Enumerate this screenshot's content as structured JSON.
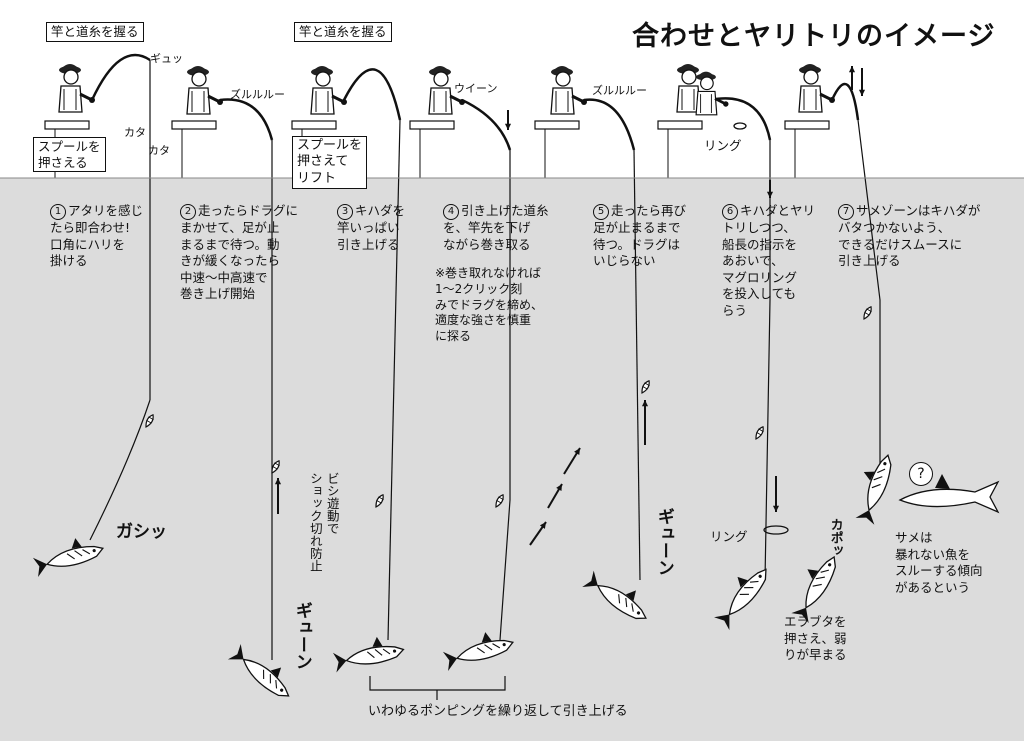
{
  "title": "合わせとヤリトリのイメージ",
  "labels": {
    "grip_1": "竿と道糸を握る",
    "grip_3": "竿と道糸を握る",
    "spool_1": "スプールを\n押さえる",
    "spool_3": "スプールを\n押さえて\nリフト",
    "ring_top": "リング",
    "ring_bottom": "リング"
  },
  "sounds": {
    "gyutsu": "ギュッ",
    "kata1": "カタ",
    "kata2": "カタ",
    "zururu1": "ズルルルー",
    "wiin": "ウイーン",
    "zururu2": "ズルルルー",
    "gashi": "ガシッ",
    "gyuun1": "ギューン",
    "gyuun2": "ギューン",
    "kapo": "カポッ",
    "hishi": "ビシ遊動で\nショック切れ防止"
  },
  "steps": [
    {
      "num": "1",
      "text": "アタリを感じ\nたら即合わせ!\n口角にハリを\n掛ける"
    },
    {
      "num": "2",
      "text": "走ったらドラグに\nまかせて、足が止\nまるまで待つ。動\nきが緩くなったら\n中速〜中高速で\n巻き上げ開始"
    },
    {
      "num": "3",
      "text": "キハダを\n竿いっぱい\n引き上げる"
    },
    {
      "num": "4",
      "text": "引き上げた道糸\nを、竿先を下げ\nながら巻き取る"
    },
    {
      "num": "5",
      "text": "走ったら再び\n足が止まるまで\n待つ。ドラグは\nいじらない"
    },
    {
      "num": "6",
      "text": "キハダとヤリ\nトリしつつ、\n船長の指示を\nあおいで、\nマグロリング\nを投入しても\nらう"
    },
    {
      "num": "7",
      "text": "サメゾーンはキハダが\nバタつかないよう、\nできるだけスムースに\n引き上げる"
    }
  ],
  "notes": {
    "drag": "※巻き取れなければ\n1〜2クリック刻\nみでドラグを締め、\n適度な強さを慎重\nに探る",
    "gill": "エラブタを\n押さえ、弱\nりが早まる",
    "shark": "サメは\n暴れない魚を\nスルーする傾向\nがあるという",
    "pumping": "いわゆるポンピングを繰り返して引き上げる",
    "question": "?"
  },
  "colors": {
    "water": "#dcdcdc",
    "line": "#111111",
    "paper": "#ffffff"
  }
}
